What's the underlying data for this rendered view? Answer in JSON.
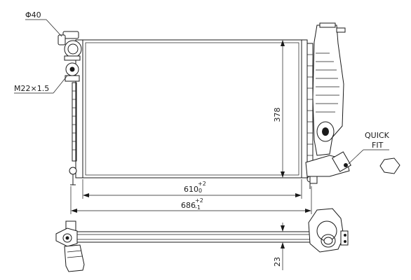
{
  "labels": {
    "diameter": "Φ40",
    "thread": "M22×1.5",
    "height": "378",
    "quick_fit_line1": "QUICK",
    "quick_fit_line2": "FIT",
    "core_width": "610",
    "core_width_tol_upper": "+2",
    "core_width_tol_lower": "0",
    "overall_width": "686",
    "overall_width_tol_upper": "+2",
    "overall_width_tol_lower": "-1",
    "depth": "23"
  },
  "colors": {
    "line": "#1a1a1a",
    "background": "#ffffff"
  }
}
